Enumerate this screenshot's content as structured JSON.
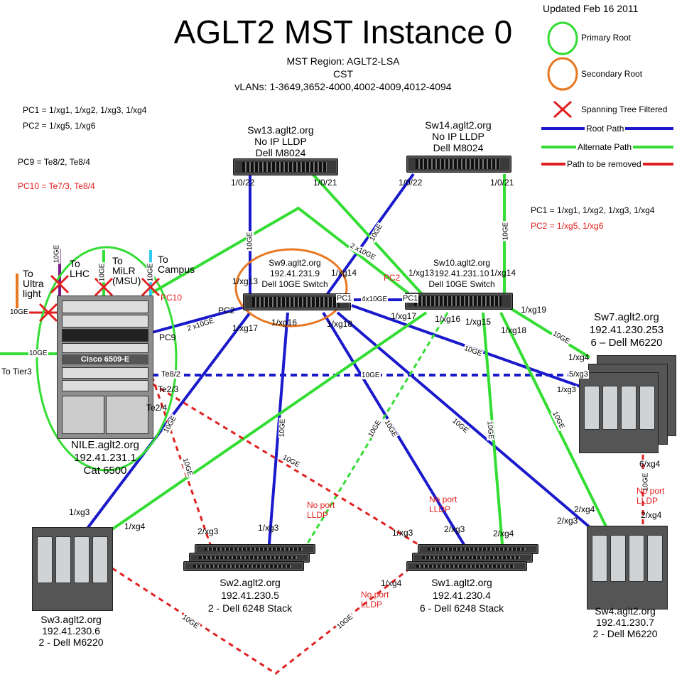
{
  "header": {
    "title": "AGLT2 MST Instance 0",
    "region": "MST Region: AGLT2-LSA",
    "cst": "CST",
    "vlans": "vLANs: 1-3649,3652-4000,4002-4009,4012-4094",
    "updated": "Updated Feb 16 2011"
  },
  "legend": {
    "primary_root": "Primary Root",
    "secondary_root": "Secondary Root",
    "filtered": "Spanning Tree Filtered",
    "root_path": "Root Path",
    "alternate_path": "Alternate Path",
    "removed_path": "Path to be removed"
  },
  "colors": {
    "root_path": "#1a1acc",
    "alternate_path": "#33dd33",
    "removed_path": "#e02020",
    "primary_root": "#33dd33",
    "secondary_root": "#e87722"
  },
  "notes": {
    "pc1_left": "PC1 = 1/xg1, 1/xg2, 1/xg3, 1/xg4",
    "pc2_left": "PC2 = 1/xg5, 1/xg6",
    "pc9": "PC9 = Te8/2, Te8/4",
    "pc10": "PC10 = Te7/3, Te8/4",
    "pc1_right": "PC1 = 1/xg1, 1/xg2, 1/xg3, 1/xg4",
    "pc2_right": "PC2 = 1/xg5, 1/xg6"
  },
  "nodes": {
    "sw13": [
      "Sw13.aglt2.org",
      "No IP LLDP",
      "Dell M8024"
    ],
    "sw14": [
      "Sw14.aglt2.org",
      "No IP LLDP",
      "Dell M8024"
    ],
    "sw9": [
      "Sw9.aglt2.org",
      "192.41.231.9",
      "Dell 10GE Switch"
    ],
    "sw10": [
      "Sw10.aglt2.org",
      "192.41.231.10",
      "Dell 10GE Switch"
    ],
    "sw7": [
      "Sw7.aglt2.org",
      "192.41.230.253",
      "6 – Dell M6220"
    ],
    "nile": [
      "NILE.aglt2.org",
      "192.41.231.1",
      "Cat 6500"
    ],
    "sw3": [
      "Sw3.aglt2.org",
      "192.41.230.6",
      "2 - Dell M6220"
    ],
    "sw2": [
      "Sw2.aglt2.org",
      "192.41.230.5",
      "2 - Dell 6248 Stack"
    ],
    "sw1": [
      "Sw1.aglt2.org",
      "192.41.230.4",
      "6 - Dell 6248 Stack"
    ],
    "sw4": [
      "Sw4.aglt2.org",
      "192.41.230.7",
      "2 - Dell M6220"
    ]
  },
  "nile_labels": {
    "chassis": "Cisco 6509-E",
    "to_lhc": "To LHC",
    "to_milr": "To MiLR (MSU)",
    "to_campus": "To Campus",
    "to_ultralight": "To Ultra light",
    "to_tier3": "To Tier3",
    "pc10": "PC10",
    "pc9": "PC9",
    "pc2": "PC2",
    "te82": "Te8/2",
    "te23": "Te2/3",
    "te24": "Te2/4"
  },
  "port_labels": {
    "sw13_a": "1/0/22",
    "sw13_b": "1/0/21",
    "sw14_a": "1/0/22",
    "sw14_b": "1/0/21",
    "sw9_xg13": "1/xg13",
    "sw9_xg14": "1/xg14",
    "sw9_xg16": "1/xg16",
    "sw9_xg17": "1/xg17",
    "sw9_xg18": "1/xg18",
    "sw9_pc1": "PC1",
    "sw9_pc2": "PC2",
    "sw10_xg13": "1/xg13",
    "sw10_xg14": "1/xg14",
    "sw10_xg15": "1/xg15",
    "sw10_xg16": "1/xg16",
    "sw10_xg17": "1/xg17",
    "sw10_xg18": "1/xg18",
    "sw10_xg19": "1/xg19",
    "sw10_pc1": "PC1",
    "sw10_pc2": "PC2",
    "pc1_link": "4x10GE",
    "pc2_link": "2 x10GE",
    "sw13_pc2": "2 x10GE",
    "sw7_xg4": "1/xg4",
    "sw7_xg3a": "5/xg3",
    "sw7_xg3b": "1/xg3",
    "sw7_xg4b": "6/xg4",
    "sw3_xg3": "1/xg3",
    "sw3_xg4": "1/xg4",
    "sw2_xg3a": "2/xg3",
    "sw2_xg3b": "1/xg3",
    "sw1_xg3": "1/xg3",
    "sw1_xg3b": "2/xg3",
    "sw1_xg4": "2/xg4",
    "sw1_xg4b": "1/xg4",
    "sw4_xg3": "2/xg3",
    "sw4_xg4": "2/xg4",
    "sw4_xg4b": "2/xg4"
  },
  "link_labels": {
    "ge10": "10GE",
    "no_port_lldp_1": "No port LLDP",
    "no_port_lldp_2": "No port LLDP",
    "no_port_lldp_3": "No port LLDP",
    "no_port_lldp_4": "No port LLDP"
  }
}
